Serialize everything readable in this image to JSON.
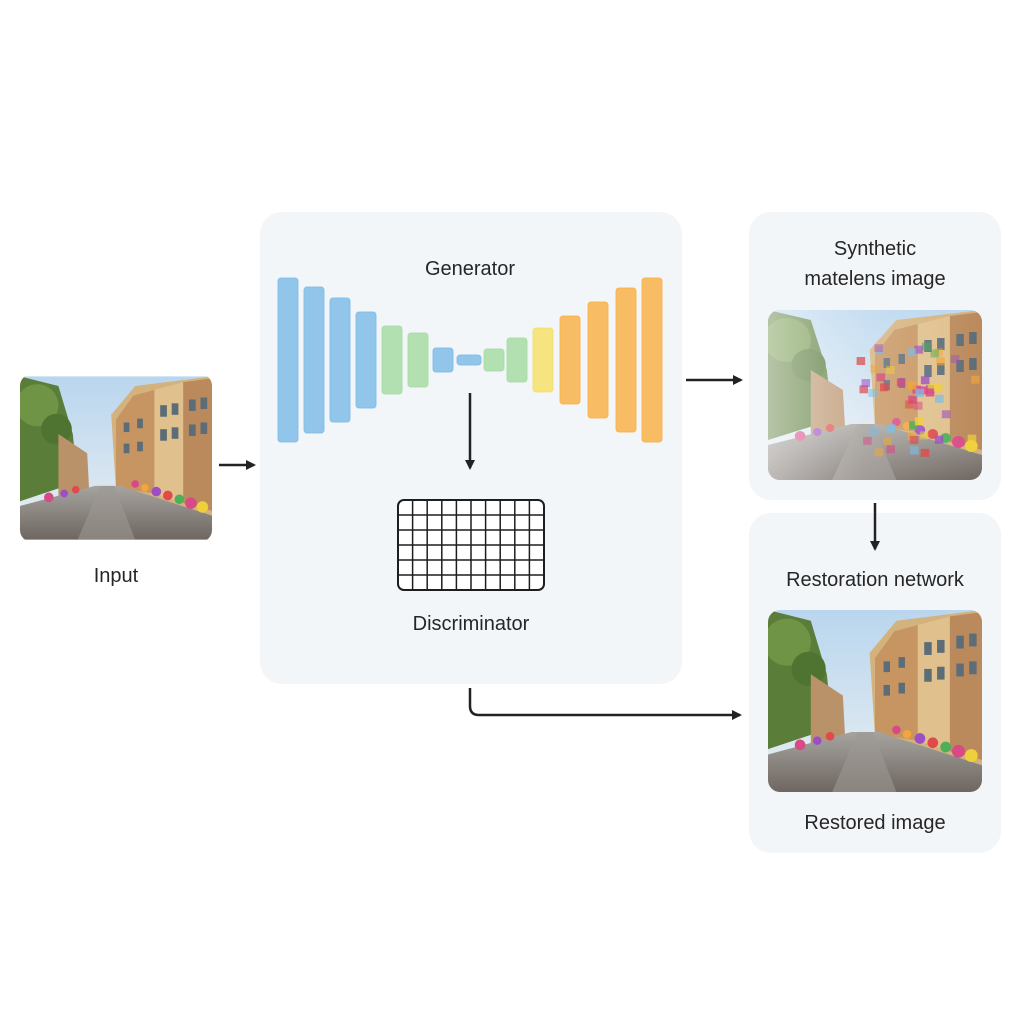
{
  "input": {
    "label": "Input"
  },
  "generator": {
    "label": "Generator"
  },
  "discriminator": {
    "label": "Discriminator"
  },
  "synthetic": {
    "label_line1": "Synthetic",
    "label_line2": "matelens image"
  },
  "restoration": {
    "label": "Restoration network"
  },
  "restored": {
    "label": "Restored image"
  },
  "colors": {
    "panel": "#f3f6f9",
    "arrow": "#222222",
    "gen_blue": "#7fbce6",
    "gen_green": "#a7dca4",
    "gen_yellow": "#f4e06a",
    "gen_orange": "#f8b24a"
  }
}
